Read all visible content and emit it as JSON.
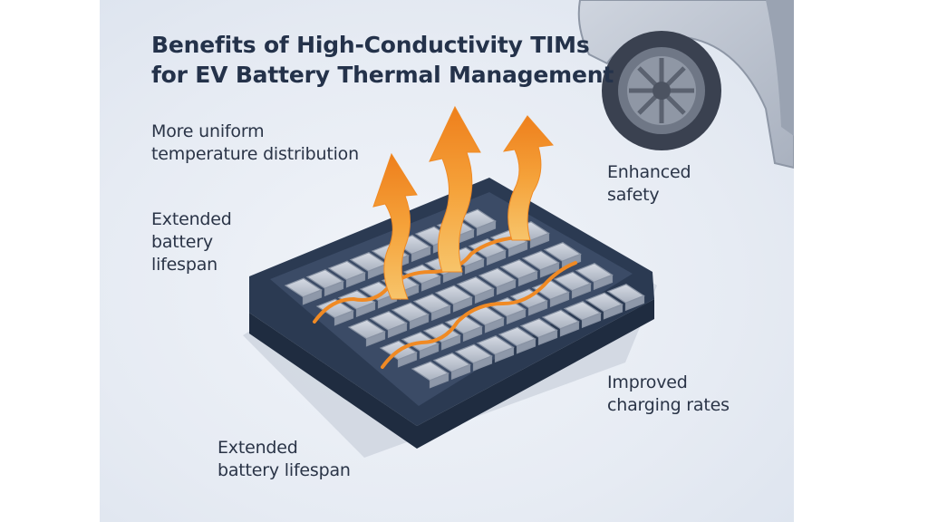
{
  "title": {
    "line1": "Benefits of High-Conductivity TIMs",
    "line2": "for EV Battery Thermal Management"
  },
  "labels": {
    "uniform_temp": [
      "More uniform",
      "temperature distribution"
    ],
    "extended_lifespan_left": [
      "Extended",
      "battery",
      "lifespan"
    ],
    "enhanced_safety": [
      "Enhanced",
      "safety"
    ],
    "improved_charging": [
      "Improved",
      "charging rates"
    ],
    "extended_lifespan_bottom": [
      "Extended",
      "battery lifespan"
    ]
  },
  "colors": {
    "background": "#e6ebf3",
    "tray": "#2b3a52",
    "cell": "#c3cad6",
    "tim_line": "#f08a24",
    "heat_arrow": "#f5a23a",
    "car": "#b8bfcc"
  },
  "icons": [
    "battery-pack-illustration",
    "heat-arrow-icon",
    "car-illustration"
  ]
}
